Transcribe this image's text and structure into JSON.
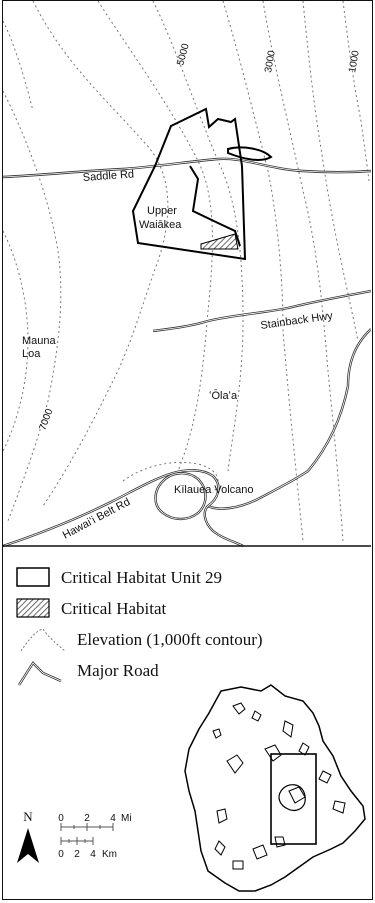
{
  "map": {
    "place_labels": {
      "upper_waiakea_1": "Upper",
      "upper_waiakea_2": "Waiākea",
      "mauna_loa_1": "Mauna",
      "mauna_loa_2": "Loa",
      "olaa": "ʻŌlaʻa",
      "kilauea": "Kīlauea Volcano"
    },
    "road_labels": {
      "saddle": "Saddle Rd",
      "stainback": "Stainback Hwy",
      "belt": "Hawaiʻi Belt Rd"
    },
    "contour_labels": {
      "c5000": "5000",
      "c3000": "3000",
      "c1000": "1000",
      "c7000": "7000"
    }
  },
  "legend": {
    "items": [
      {
        "label": "Critical Habitat Unit 29",
        "symbol": "unit-outline"
      },
      {
        "label": "Critical Habitat",
        "symbol": "hatched-area"
      },
      {
        "label": "Elevation (1,000ft contour)",
        "symbol": "dotted-line"
      },
      {
        "label": "Major Road",
        "symbol": "road-line"
      }
    ],
    "north_label": "N",
    "scale_mi": {
      "ticks": [
        "0",
        "2",
        "4"
      ],
      "unit": "Mi"
    },
    "scale_km": {
      "ticks": [
        "0",
        "2",
        "4"
      ],
      "unit": "Km"
    }
  },
  "colors": {
    "road": "#333333",
    "contour": "#777777",
    "outline": "#000000",
    "hatch": "#444444"
  }
}
